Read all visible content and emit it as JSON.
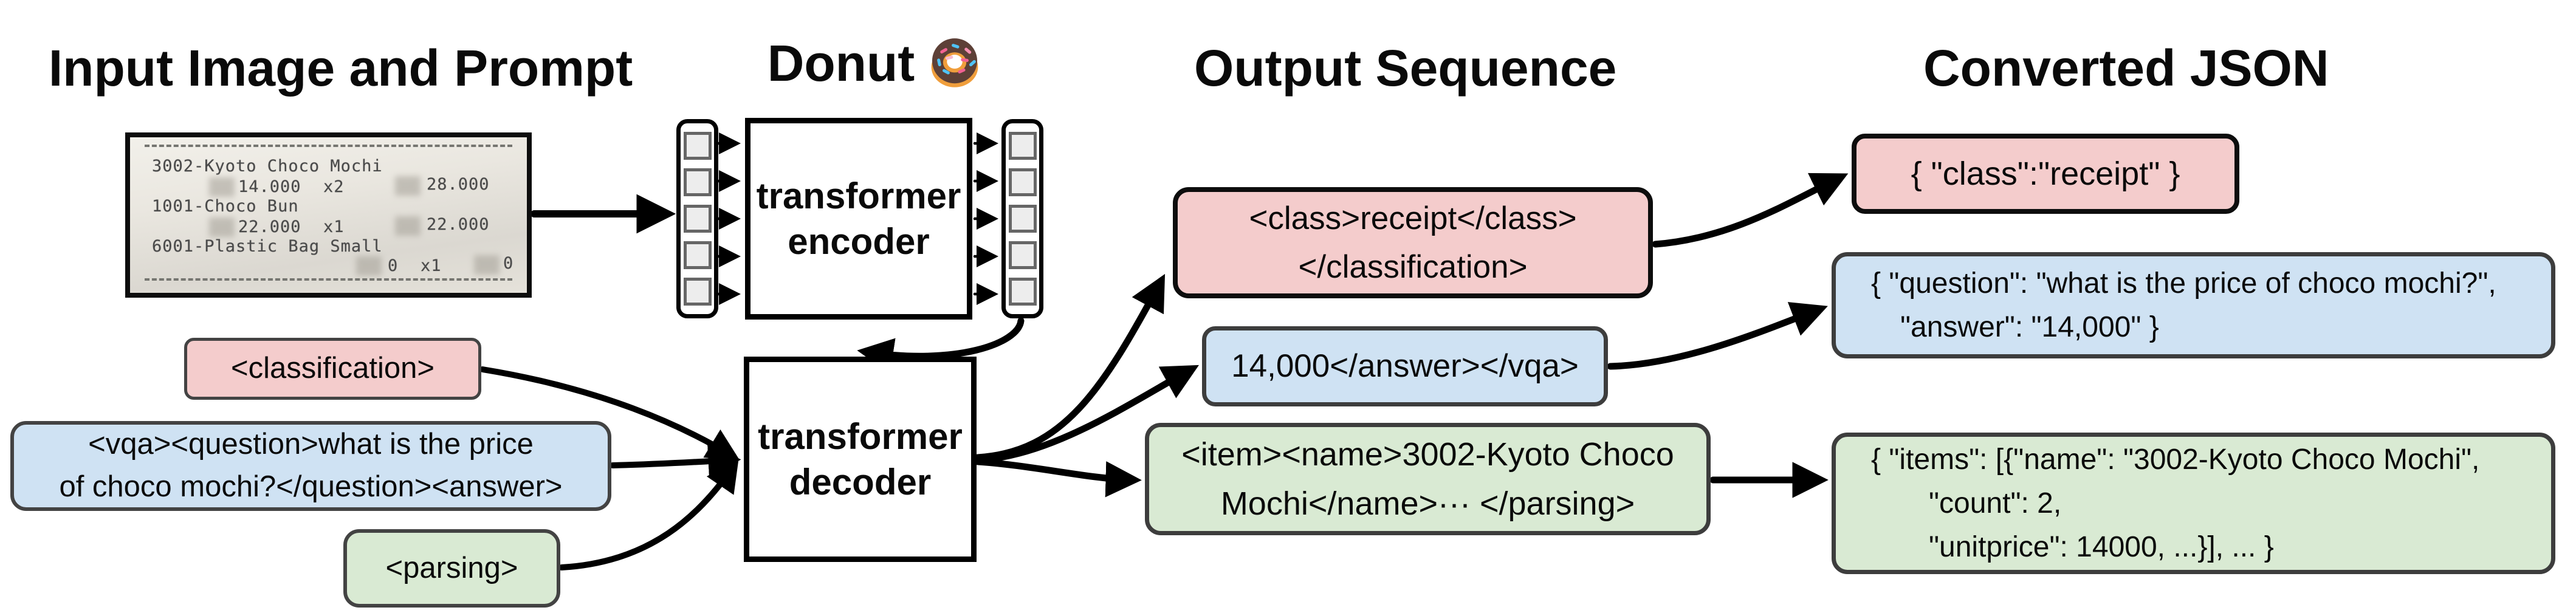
{
  "titles": {
    "input": "Input Image and Prompt",
    "model": "Donut",
    "output": "Output Sequence",
    "json": "Converted JSON"
  },
  "model": {
    "encoder_line1": "transformer",
    "encoder_line2": "encoder",
    "decoder_line1": "transformer",
    "decoder_line2": "decoder"
  },
  "icons": {
    "donut": "donut-emoji-icon"
  },
  "receipt": {
    "items": [
      {
        "name": "3002-Kyoto Choco Mochi",
        "price": "14.000",
        "qty": "x2",
        "amount": "28.000"
      },
      {
        "name": "1001-Choco Bun",
        "price": "22.000",
        "qty": "x1",
        "amount": "22.000"
      },
      {
        "name": "6001-Plastic Bag Small",
        "price": "0",
        "qty": "x1",
        "amount": "0"
      }
    ]
  },
  "prompts": {
    "classification": "<classification>",
    "vqa_line1": "<vqa><question>what is the price",
    "vqa_line2": "of choco mochi?</question><answer>",
    "parsing": "<parsing>"
  },
  "outputs": {
    "classification_line1": "<class>receipt</class>",
    "classification_line2": "</classification>",
    "vqa": "14,000</answer></vqa>",
    "parsing_line1": "<item><name>3002-Kyoto Choco",
    "parsing_line2": "Mochi</name>··· </parsing>"
  },
  "json_outputs": {
    "classification": "{ \"class\":\"receipt\" }",
    "vqa_line1": "{ \"question\": \"what is the price of choco mochi?\",",
    "vqa_line2": "\"answer\": \"14,000\" }",
    "parsing_line1": "{ \"items\": [{\"name\": \"3002-Kyoto Choco Mochi\",",
    "parsing_line2": "\"count\": 2,",
    "parsing_line3": "\"unitprice\": 14000, ...}], ... }"
  },
  "colors": {
    "pink": "#f4cccc",
    "blue": "#cfe2f3",
    "green": "#d9ead3",
    "box_border_gray": "#3d3d3d",
    "box_border_black": "#0d0d0d"
  }
}
